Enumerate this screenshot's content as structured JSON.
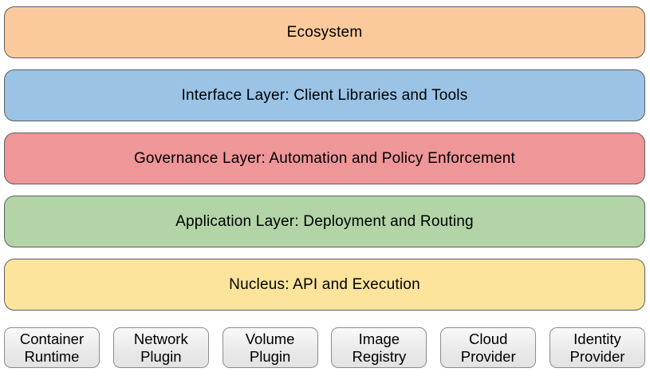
{
  "diagram": {
    "layers": [
      {
        "label": "Ecosystem",
        "fill": "#fbca9c"
      },
      {
        "label": "Interface Layer: Client Libraries and Tools",
        "fill": "#9ac3e5"
      },
      {
        "label": "Governance Layer: Automation and Policy Enforcement",
        "fill": "#ef9698"
      },
      {
        "label": "Application Layer: Deployment and Routing",
        "fill": "#b2d4a7"
      },
      {
        "label": "Nucleus: API and Execution",
        "fill": "#fce49d"
      }
    ],
    "providers": [
      {
        "label": "Container Runtime"
      },
      {
        "label": "Network Plugin"
      },
      {
        "label": "Volume Plugin"
      },
      {
        "label": "Image Registry"
      },
      {
        "label": "Cloud Provider"
      },
      {
        "label": "Identity Provider"
      }
    ],
    "colors": {
      "layer_border": "#5e5e5e",
      "provider_border": "#8c8c8c",
      "provider_fill_top": "#f9f9f9",
      "provider_fill_bottom": "#e2e2e2",
      "text": "#000000",
      "background": "#ffffff"
    }
  }
}
